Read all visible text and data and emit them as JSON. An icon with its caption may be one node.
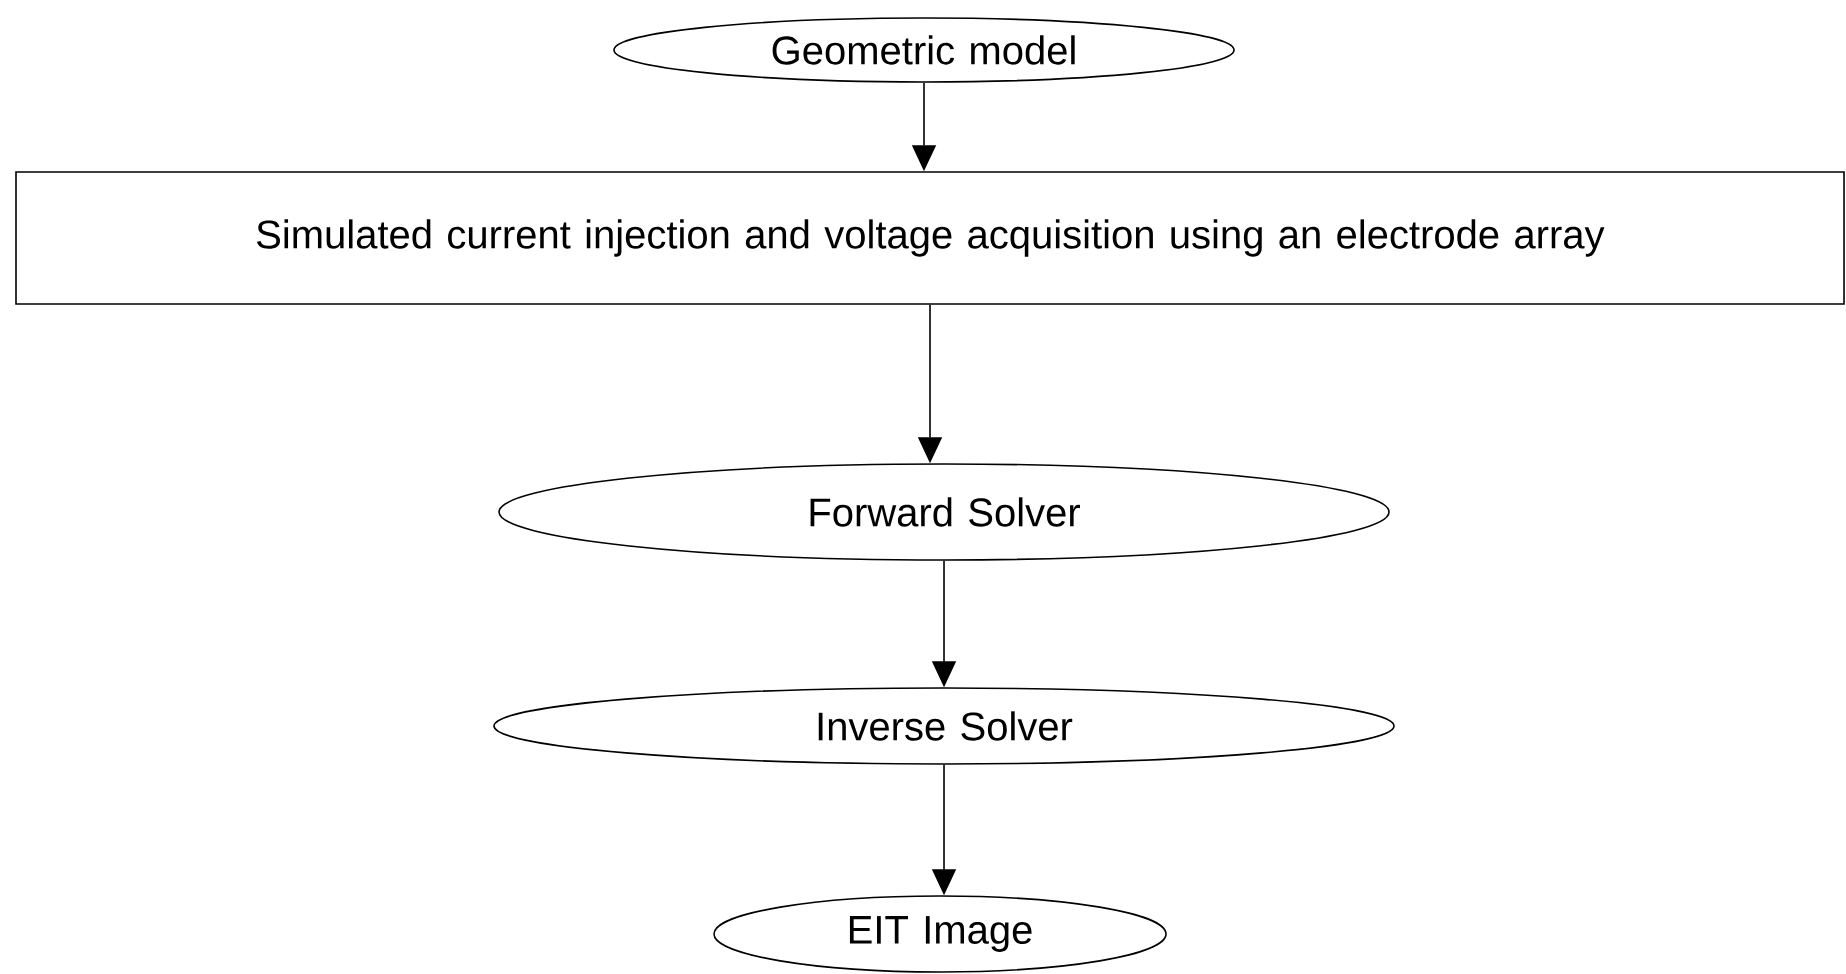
{
  "diagram": {
    "nodes": [
      {
        "text": [
          "Geometric model"
        ]
      },
      {
        "text": [
          "Simulated current injection and voltage acquisition using an electrode array"
        ]
      },
      {
        "text": [
          "Forward Solver"
        ]
      },
      {
        "text": [
          "Inverse Solver"
        ]
      },
      {
        "text": [
          "EIT Image"
        ]
      }
    ],
    "edges": [
      {
        "from": 0,
        "to": 1,
        "arrow": "to"
      },
      {
        "from": 1,
        "to": 2,
        "arrow": "to"
      },
      {
        "from": 2,
        "to": 3,
        "arrow": "to"
      },
      {
        "from": 3,
        "to": 4,
        "arrow": "to"
      }
    ]
  }
}
